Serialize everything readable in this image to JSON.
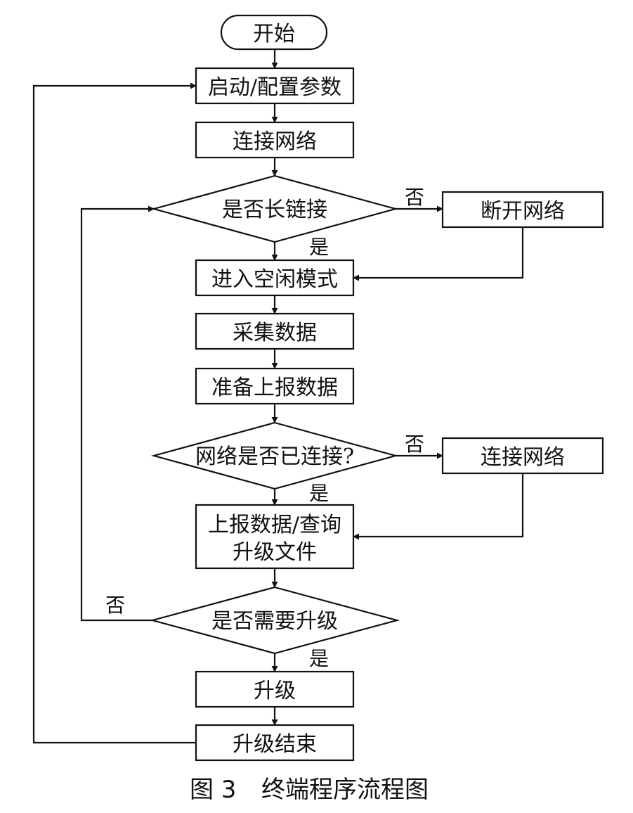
{
  "nodes": {
    "start": "开始",
    "config": "启动/配置参数",
    "connect1": "连接网络",
    "longlink": "是否长链接",
    "disconnect": "断开网络",
    "idle": "进入空闲模式",
    "collect": "采集数据",
    "prepare": "准备上报数据",
    "netcheck": "网络是否已连接?",
    "connect2": "连接网络",
    "report_line1": "上报数据/查询",
    "report_line2": "升级文件",
    "needupgrade": "是否需要升级",
    "upgrade": "升级",
    "upgrade_end": "升级结束"
  },
  "labels": {
    "yes": "是",
    "no": "否"
  },
  "caption": {
    "figure": "图 3",
    "title": "终端程序流程图"
  }
}
